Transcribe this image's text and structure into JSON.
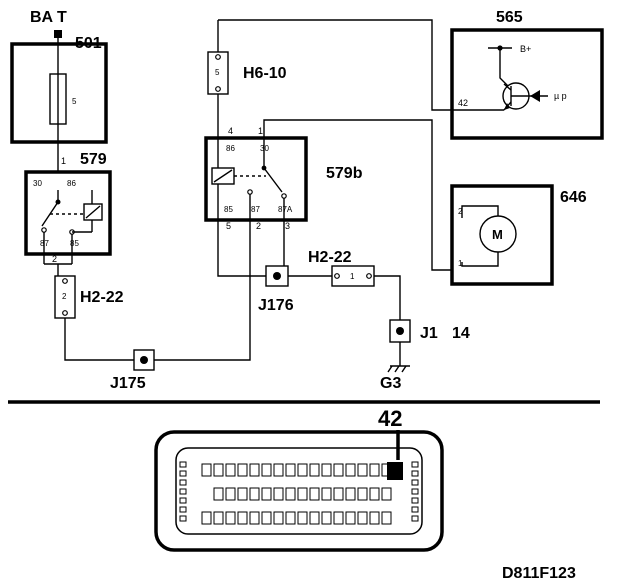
{
  "top": {
    "bat_label": "BA T"
  },
  "components": {
    "c501": {
      "id": "501",
      "fuse_value": "5"
    },
    "c579": {
      "id": "579",
      "pins": [
        "1",
        "30",
        "86",
        "87",
        "85",
        "2"
      ]
    },
    "c579b": {
      "id": "579b",
      "pins": [
        "4",
        "1",
        "86",
        "30",
        "85",
        "87",
        "87A",
        "5",
        "2",
        "3"
      ]
    },
    "c565": {
      "id": "565",
      "bplus": "B+",
      "pin": "42",
      "mu_p": "µ p"
    },
    "c646": {
      "id": "646",
      "motor": "M",
      "pins": [
        "2",
        "1"
      ]
    }
  },
  "connectors": {
    "h6_10": {
      "id": "H6-10",
      "pin": "5"
    },
    "h2_22_left": {
      "id": "H2-22",
      "pin": "2"
    },
    "h2_22_right": {
      "id": "H2-22",
      "pin": "1"
    },
    "j176": {
      "id": "J176"
    },
    "j175": {
      "id": "J175"
    },
    "j1": {
      "id": "J1",
      "pin": "14"
    },
    "g3": {
      "id": "G3"
    }
  },
  "ecu": {
    "pin_callout": "42"
  },
  "footer": {
    "figure_code": "D811F123"
  }
}
